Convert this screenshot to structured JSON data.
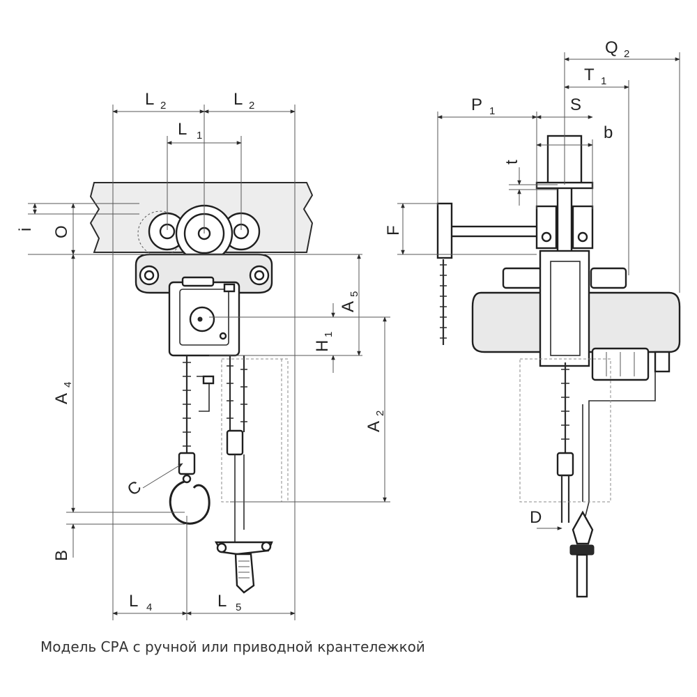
{
  "labels": {
    "L2a": "L",
    "L2a_sub": "2",
    "L2b": "L",
    "L2b_sub": "2",
    "L1": "L",
    "L1_sub": "1",
    "i": "i",
    "O": "O",
    "A5": "A",
    "A5_sub": "5",
    "H1": "H",
    "H1_sub": "1",
    "A4": "A",
    "A4_sub": "4",
    "A2": "A",
    "A2_sub": "2",
    "C": "C",
    "B": "B",
    "L4": "L",
    "L4_sub": "4",
    "L5": "L",
    "L5_sub": "5",
    "Q2": "Q",
    "Q2_sub": "2",
    "T1": "T",
    "T1_sub": "1",
    "P1": "P",
    "P1_sub": "1",
    "S": "S",
    "b": "b",
    "t": "t",
    "F": "F",
    "D": "D"
  },
  "caption": "Модель СРА с ручной или приводной крантележкой"
}
